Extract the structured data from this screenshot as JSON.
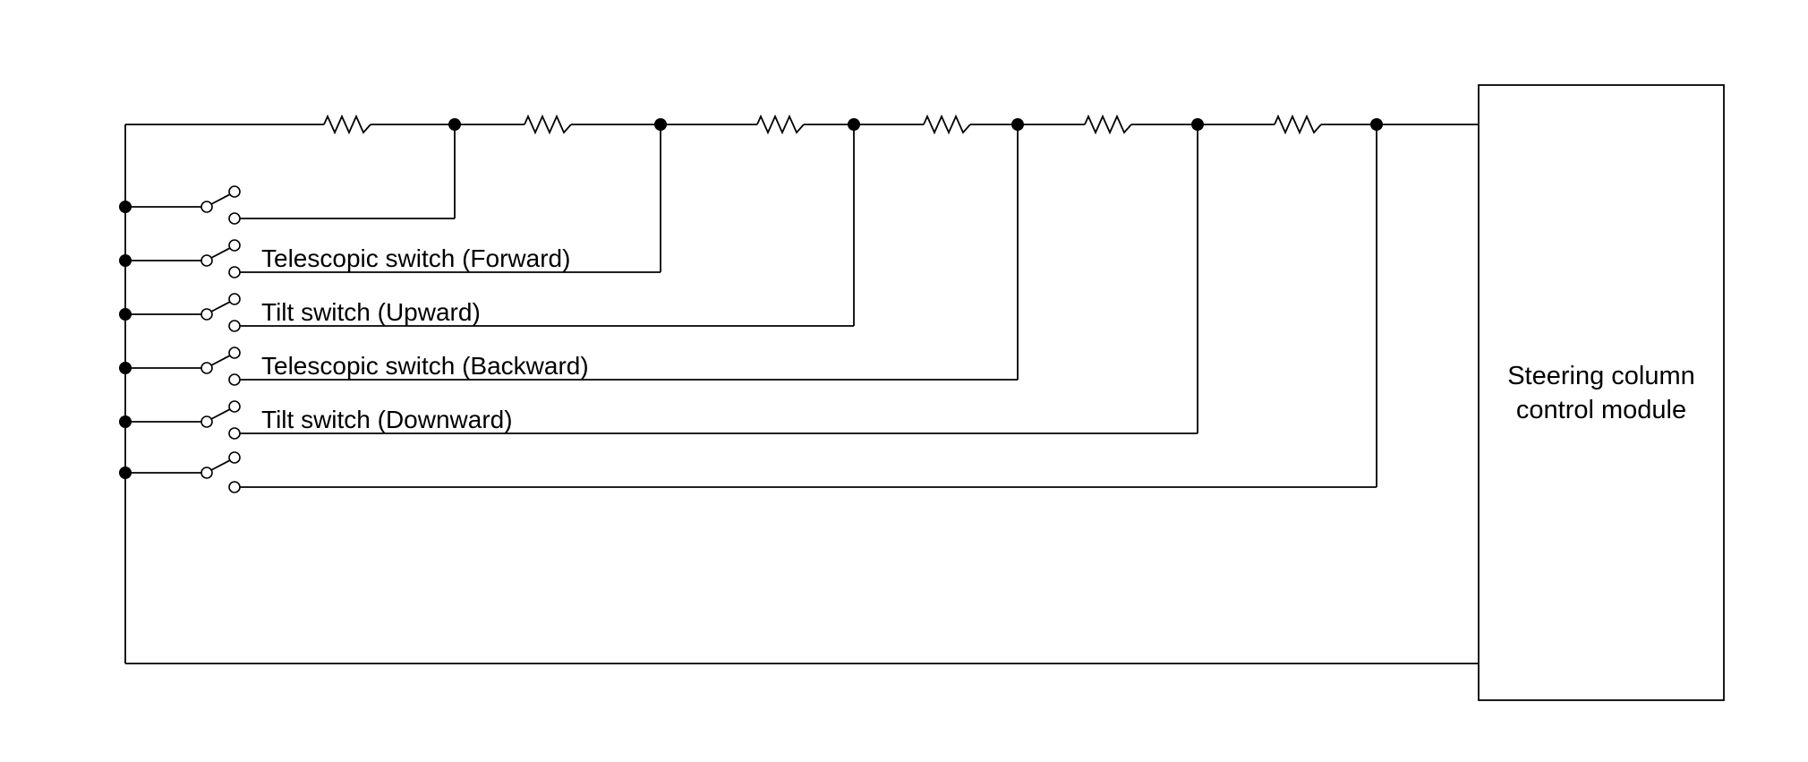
{
  "diagram": {
    "switch_labels": [
      "",
      "Telescopic switch (Forward)",
      "Tilt switch (Upward)",
      "Telescopic switch (Backward)",
      "Tilt switch (Downward)",
      ""
    ],
    "module": {
      "line1": "Steering column",
      "line2": "control module"
    }
  }
}
